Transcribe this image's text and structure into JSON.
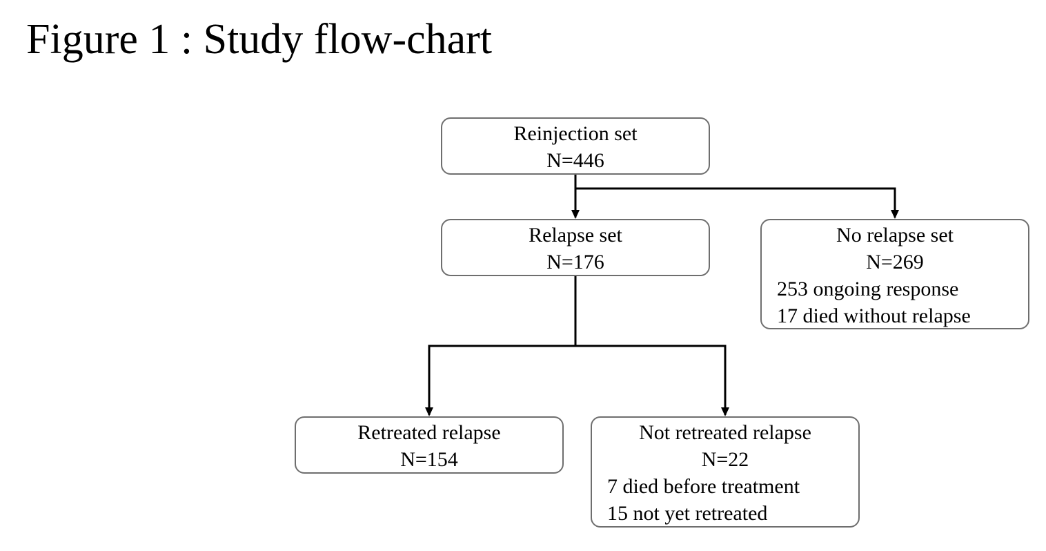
{
  "figure": {
    "title": "Figure 1 : Study flow-chart"
  },
  "nodes": {
    "reinjection": {
      "label": "Reinjection set",
      "count": "N=446"
    },
    "relapse": {
      "label": "Relapse set",
      "count": "N=176"
    },
    "no_relapse": {
      "label": "No relapse set",
      "count": "N=269",
      "details": [
        "253 ongoing response",
        "17 died without relapse"
      ]
    },
    "retreated": {
      "label": "Retreated relapse",
      "count": "N=154"
    },
    "not_retreated": {
      "label": "Not retreated relapse",
      "count": "N=22",
      "details": [
        "7 died before treatment",
        "15 not yet retreated"
      ]
    }
  },
  "edges": [
    {
      "from": "reinjection",
      "to": "relapse"
    },
    {
      "from": "reinjection",
      "to": "no_relapse"
    },
    {
      "from": "relapse",
      "to": "retreated"
    },
    {
      "from": "relapse",
      "to": "not_retreated"
    }
  ],
  "colors": {
    "box_border": "#6e6e6e",
    "connector": "#000000",
    "text": "#000000"
  }
}
